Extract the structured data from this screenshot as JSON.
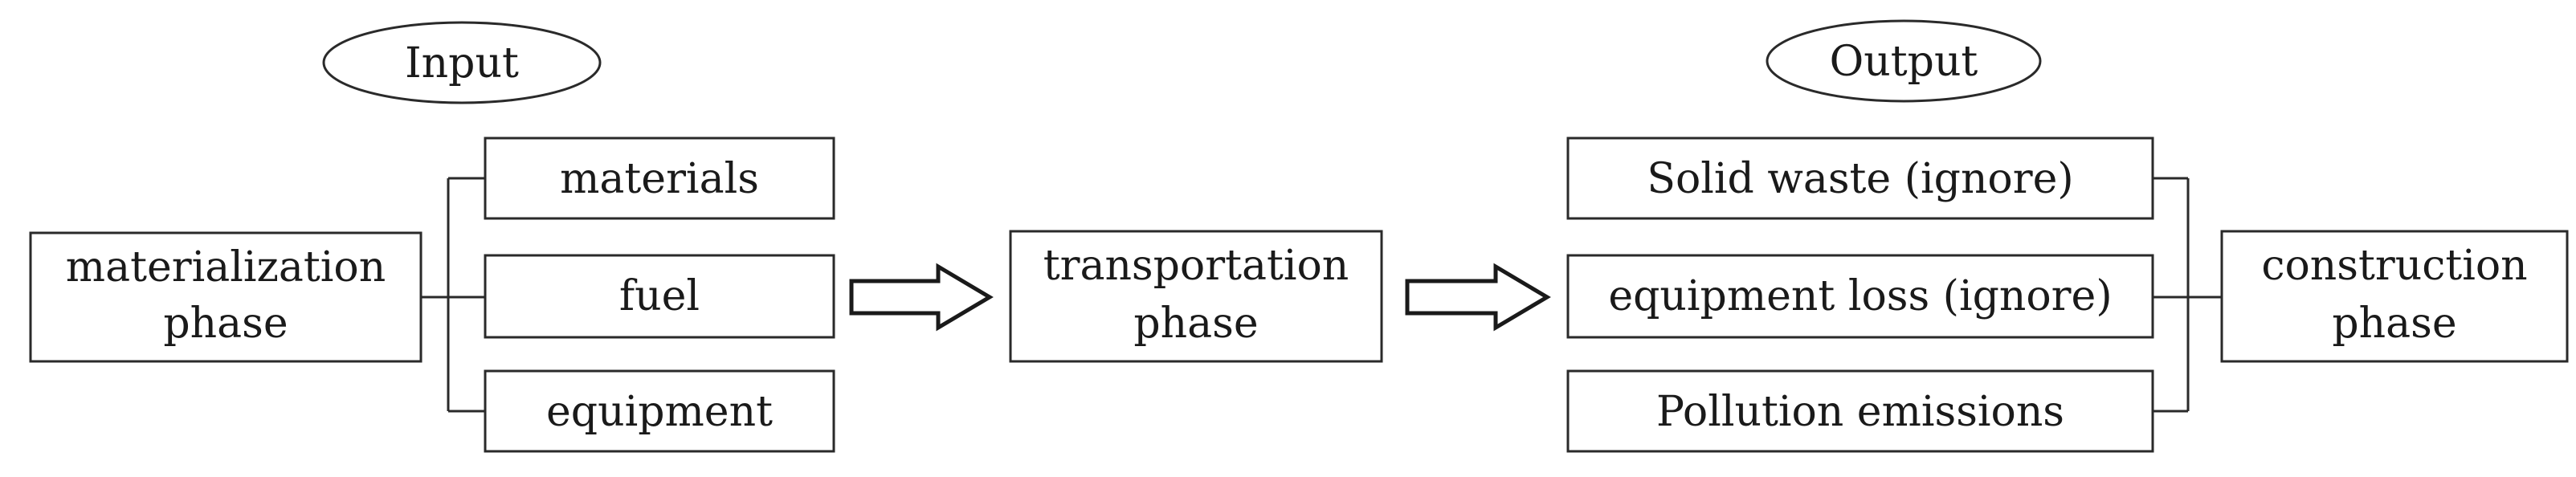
{
  "labels": {
    "input": "Input",
    "output": "Output"
  },
  "phases": {
    "materialization": [
      "materialization",
      "phase"
    ],
    "transportation": [
      "transportation",
      "phase"
    ],
    "construction": [
      "construction",
      "phase"
    ]
  },
  "inputs": [
    "materials",
    "fuel",
    "equipment"
  ],
  "outputs": [
    "Solid waste (ignore)",
    "equipment loss (ignore)",
    "Pollution emissions"
  ]
}
